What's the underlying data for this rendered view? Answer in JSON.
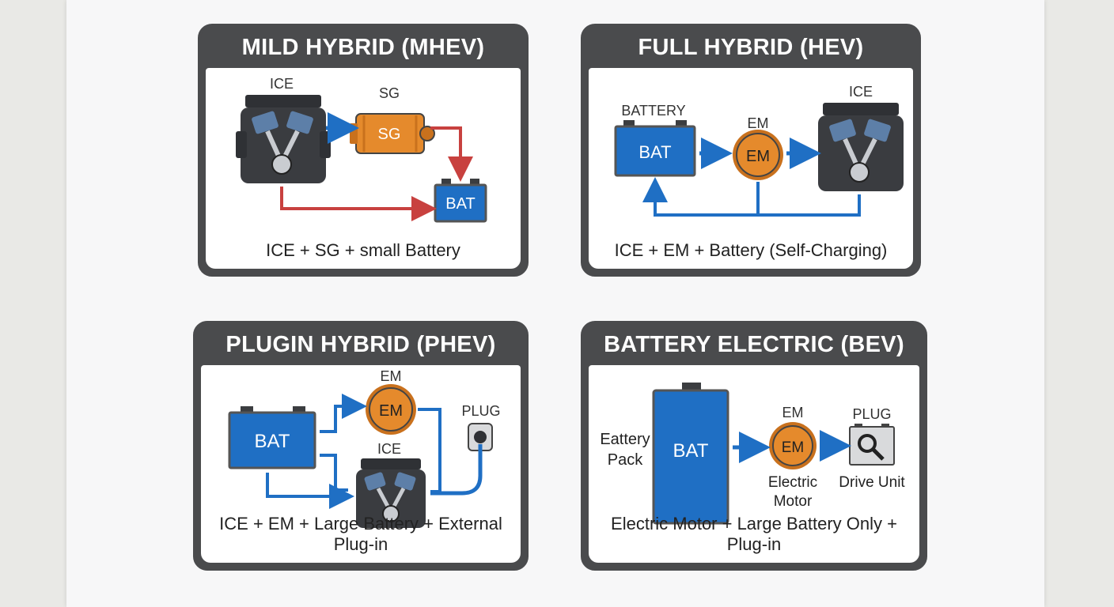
{
  "panels": {
    "mhev": {
      "title": "MILD HYBRID (MHEV)",
      "labels": {
        "ice": "ICE",
        "sg": "SG",
        "sg_inner": "SG",
        "bat": "BAT"
      },
      "caption": "ICE + SG + small Battery"
    },
    "hev": {
      "title": "FULL HYBRID (HEV)",
      "labels": {
        "battery": "BATTERY",
        "bat": "BAT",
        "em": "EM",
        "em_inner": "EM",
        "ice": "ICE"
      },
      "caption": "ICE + EM + Battery (Self-Charging)"
    },
    "phev": {
      "title": "PLUGIN HYBRID (PHEV)",
      "labels": {
        "bat": "BAT",
        "em": "EM",
        "em_inner": "EM",
        "ice": "ICE",
        "plug": "PLUG"
      },
      "caption": "ICE + EM + Large Battery + External Plug-in"
    },
    "bev": {
      "title": "BATTERY ELECTRIC (BEV)",
      "labels": {
        "pack_line1": "Eattery",
        "pack_line2": "Pack",
        "bat": "BAT",
        "em": "EM",
        "em_inner": "EM",
        "em_sub1": "Electric",
        "em_sub2": "Motor",
        "plug": "PLUG",
        "drive": "Drive Unit"
      },
      "caption": "Electric Motor + Large Battery Only + Plug-in"
    }
  },
  "colors": {
    "frame": "#4a4b4d",
    "battery_blue": "#1f6fc4",
    "motor_orange": "#e58a2c",
    "engine_dark": "#3a3c40",
    "arrow_blue": "#1f6fc4",
    "arrow_red": "#c8413f"
  }
}
